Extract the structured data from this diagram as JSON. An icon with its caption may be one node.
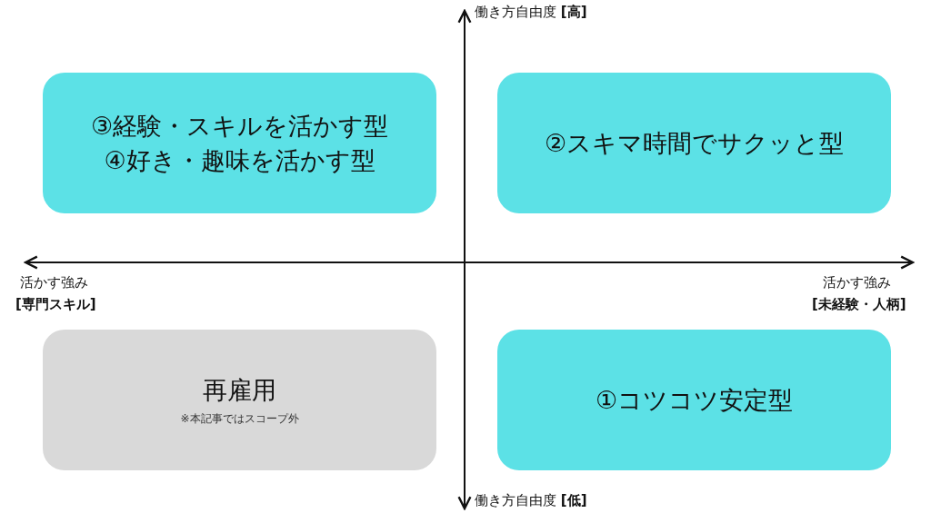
{
  "diagram": {
    "nodes": [
      {
        "text": [
          "③経験・スキルを活かす型",
          "④好き・趣味を活かす型"
        ]
      },
      {
        "text": [
          "②スキマ時間でサクッと型"
        ]
      },
      {
        "text": [
          "再雇用",
          "※本記事ではスコープ外"
        ]
      },
      {
        "text": [
          "①コツコツ安定型"
        ]
      }
    ],
    "edges": [],
    "labels": [
      "働き方自由度 **[高]**",
      "活かす強み",
      "[専門スキル]",
      "活かす強み",
      "[未経験・人柄]",
      "働き方自由度 **[低]**"
    ]
  }
}
